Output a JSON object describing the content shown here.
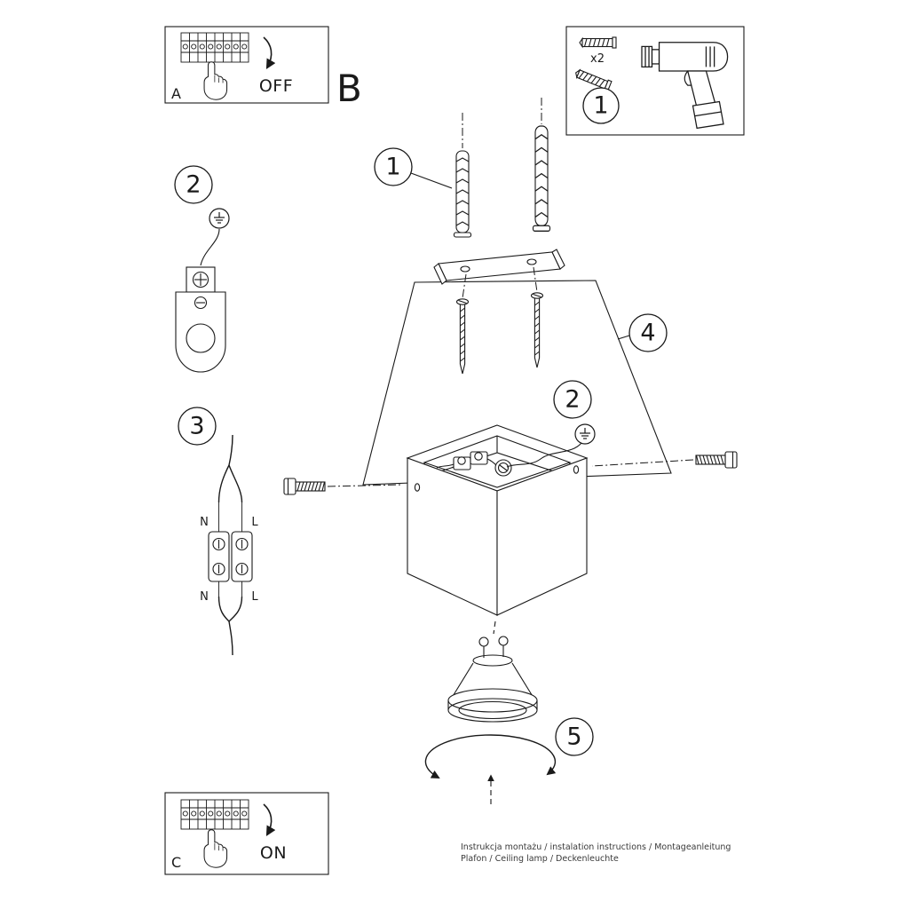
{
  "panel_a": {
    "label": "A",
    "state": "OFF"
  },
  "panel_b": {
    "label": "B"
  },
  "panel_c": {
    "label": "C",
    "state": "ON"
  },
  "tools": {
    "callout": "1",
    "anchor_qty": "x2"
  },
  "callouts": {
    "anchors": "1",
    "ground_left": "2",
    "wiring": "3",
    "ground_assembly": "2",
    "plane": "4",
    "bulb": "5"
  },
  "wiring_labels": {
    "n_top": "N",
    "l_top": "L",
    "n_bottom": "N",
    "l_bottom": "L"
  },
  "footer": {
    "line1": "Instrukcja montażu / instalation instructions / Montageanleitung",
    "line2": "Plafon / Ceiling lamp / Deckenleuchte"
  },
  "colors": {
    "ink": "#1a1a1a",
    "paper": "#ffffff"
  }
}
